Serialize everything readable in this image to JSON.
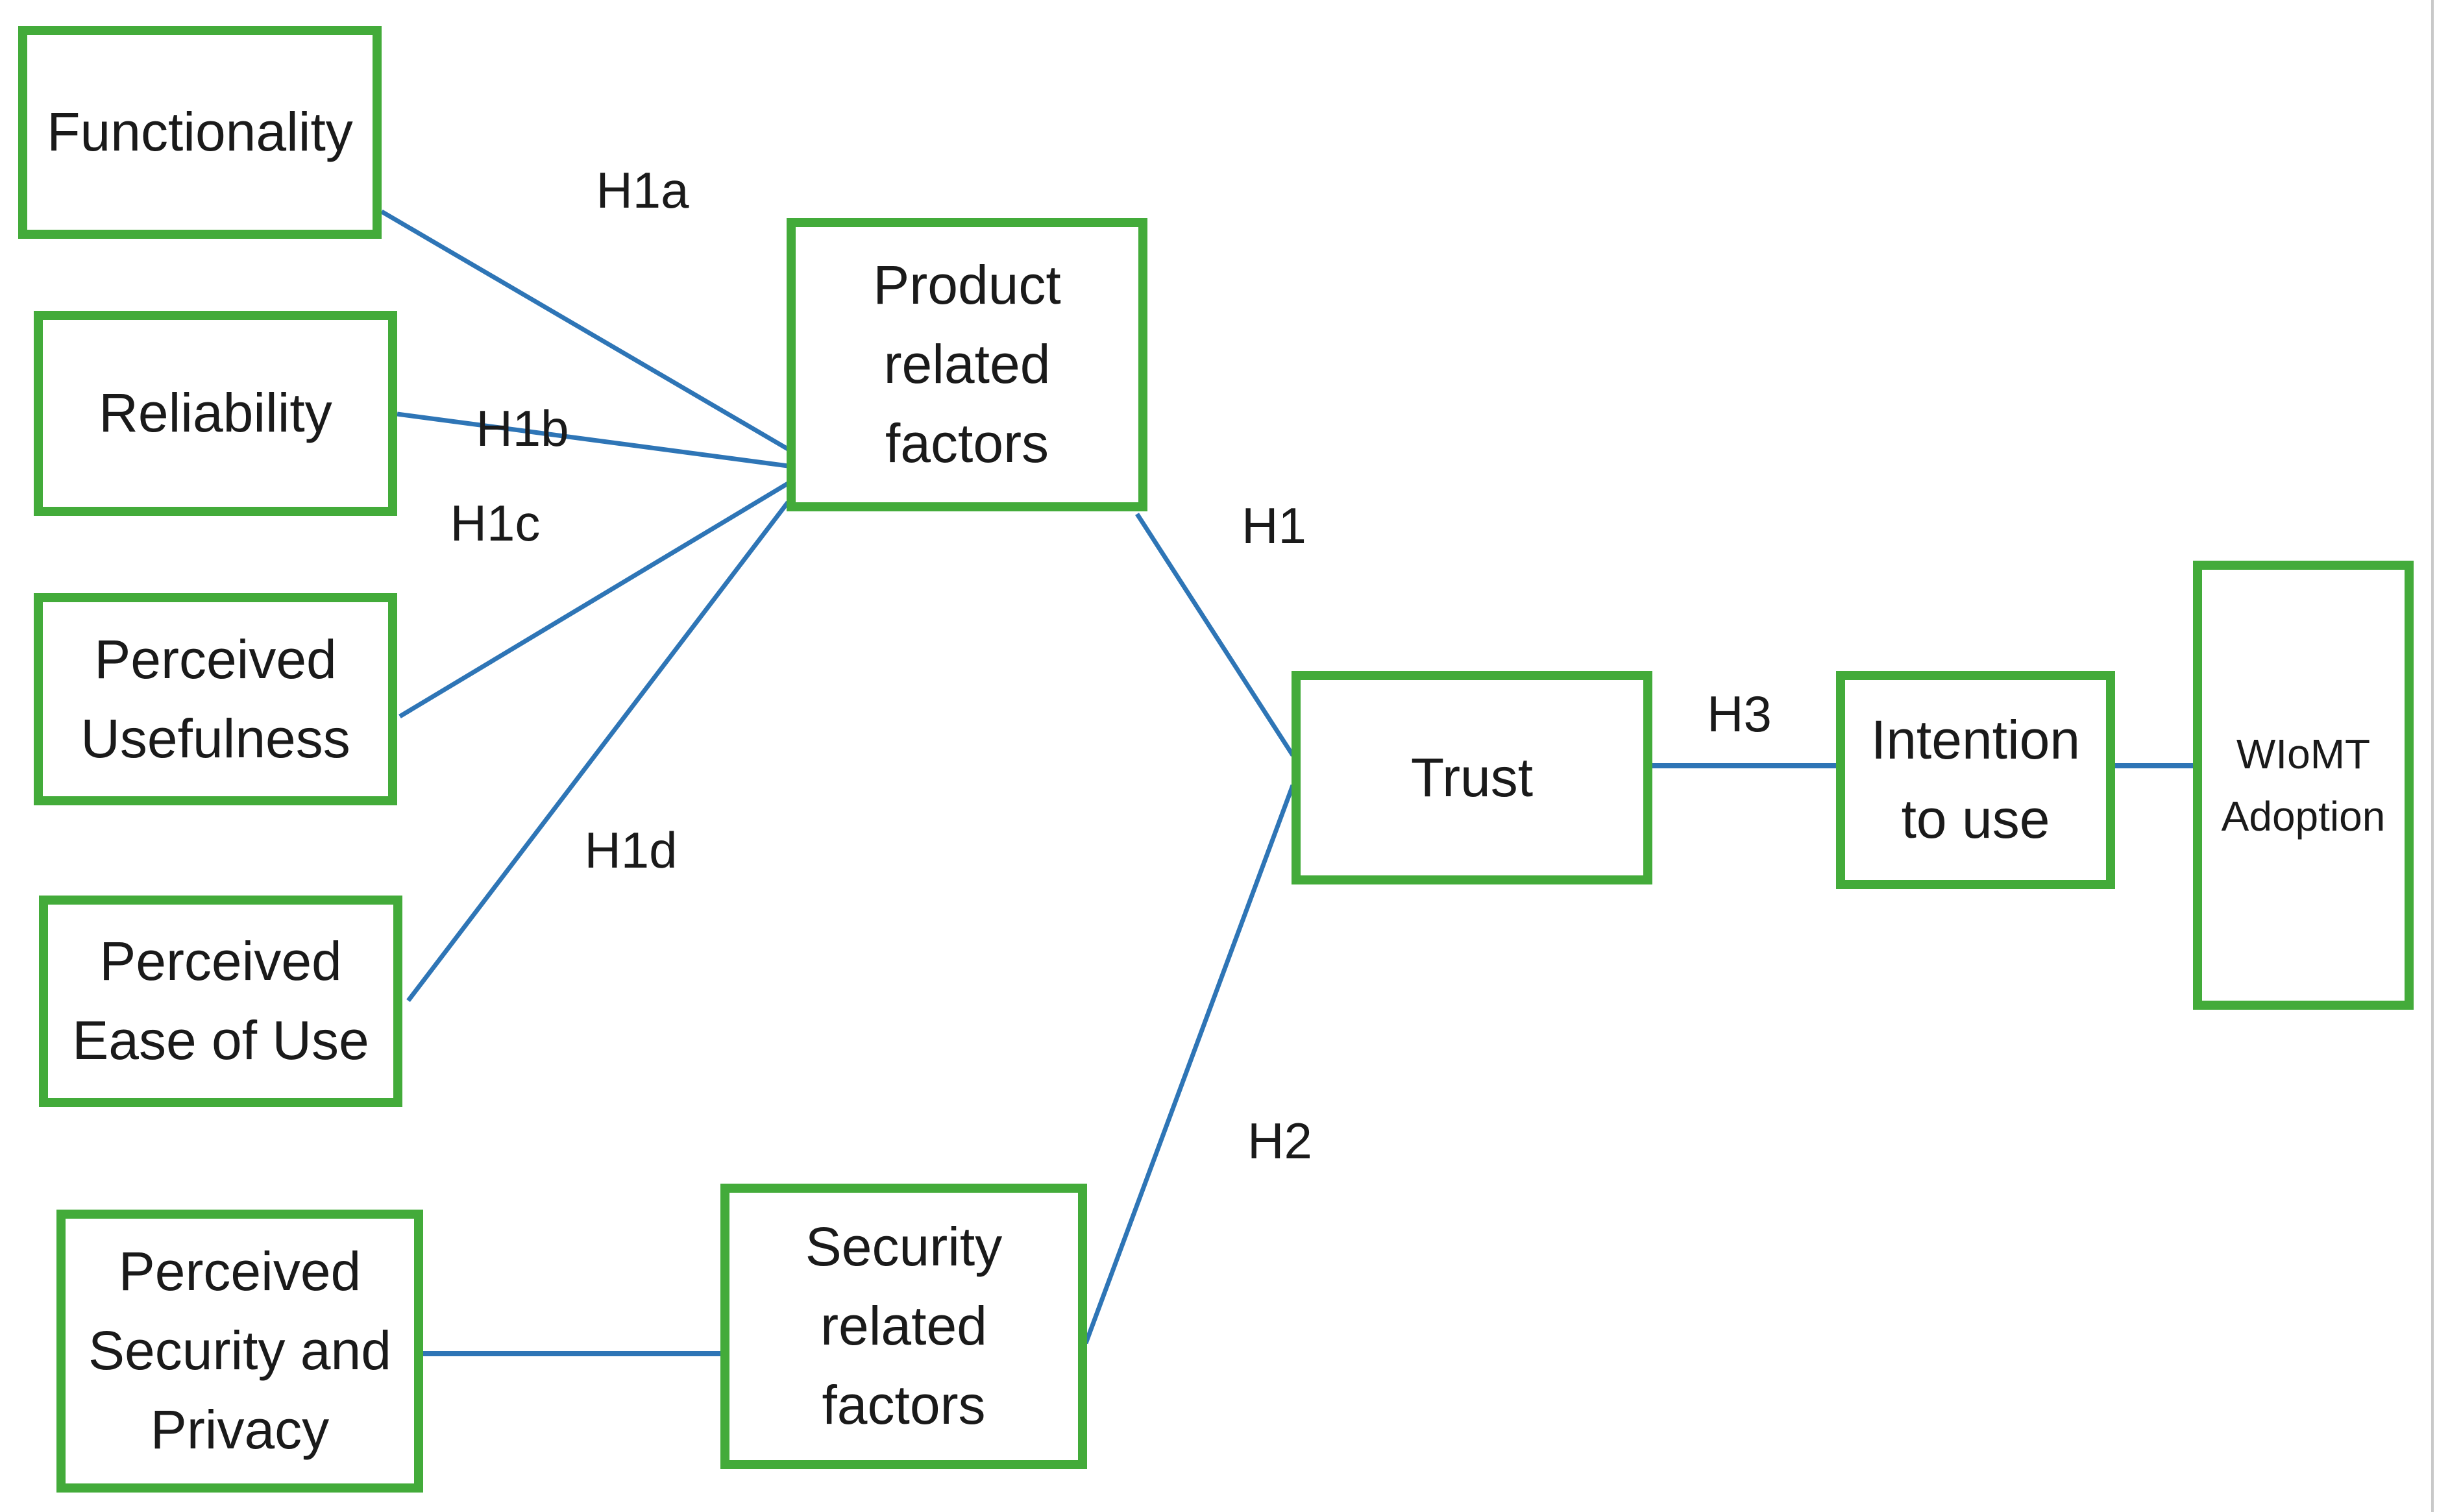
{
  "diagram": {
    "nodes": {
      "functionality": {
        "label": "Functionality"
      },
      "reliability": {
        "label": "Reliability"
      },
      "perceived_usefulness": {
        "label": "Perceived\nUsefulness"
      },
      "perceived_ease_of_use": {
        "label": "Perceived\nEase of Use"
      },
      "perceived_security_privacy": {
        "label": "Perceived\nSecurity and\nPrivacy"
      },
      "product_related": {
        "label": "Product\nrelated\nfactors"
      },
      "security_related": {
        "label": "Security\nrelated\nfactors"
      },
      "trust": {
        "label": "Trust"
      },
      "intention_to_use": {
        "label": "Intention\nto use"
      },
      "wiomt_adoption": {
        "label": "WIoMT\nAdoption"
      }
    },
    "edges": [
      {
        "from": "functionality",
        "to": "product_related",
        "label": "H1a"
      },
      {
        "from": "reliability",
        "to": "product_related",
        "label": "H1b"
      },
      {
        "from": "perceived_usefulness",
        "to": "product_related",
        "label": "H1c"
      },
      {
        "from": "perceived_ease_of_use",
        "to": "product_related",
        "label": "H1d"
      },
      {
        "from": "perceived_security_privacy",
        "to": "security_related",
        "label": ""
      },
      {
        "from": "product_related",
        "to": "trust",
        "label": "H1"
      },
      {
        "from": "security_related",
        "to": "trust",
        "label": "H2"
      },
      {
        "from": "trust",
        "to": "intention_to_use",
        "label": "H3"
      },
      {
        "from": "intention_to_use",
        "to": "wiomt_adoption",
        "label": ""
      }
    ],
    "colors": {
      "box_border": "#43ab3a",
      "connector": "#2e75b6",
      "text": "#1a1a1a",
      "page_edge": "#c9c9c9"
    }
  }
}
